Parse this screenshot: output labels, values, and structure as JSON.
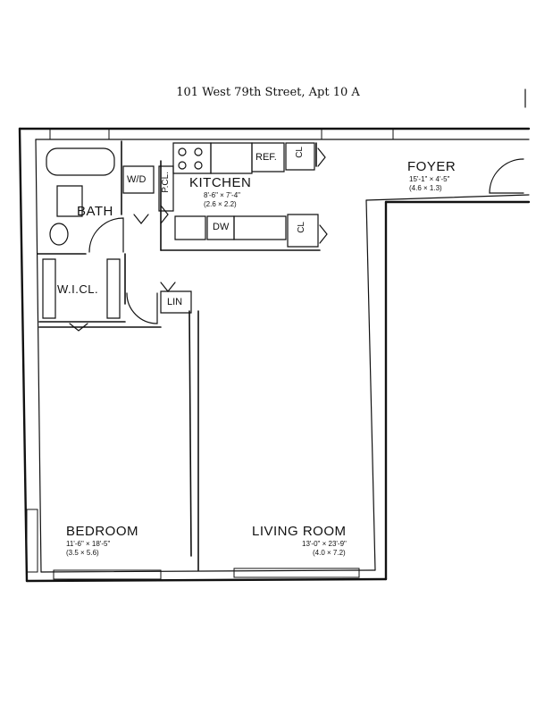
{
  "title": "101 West 79th Street, Apt 10 A",
  "rooms": {
    "foyer": {
      "name": "FOYER",
      "dim_ft": "15'-1\" × 4'-5\"",
      "dim_m": "(4.6 × 1.3)"
    },
    "kitchen": {
      "name": "KITCHEN",
      "dim_ft": "8'-6\" × 7'-4\"",
      "dim_m": "(2.6 × 2.2)"
    },
    "bath": {
      "name": "BATH"
    },
    "wic": {
      "name": "W.I.CL."
    },
    "bedroom": {
      "name": "BEDROOM",
      "dim_ft": "11'-6\" × 18'-5\"",
      "dim_m": "(3.5 × 5.6)"
    },
    "living": {
      "name": "LIVING ROOM",
      "dim_ft": "13'-0\" × 23'-9\"",
      "dim_m": "(4.0 × 7.2)"
    }
  },
  "fixtures": {
    "ref": "REF.",
    "dw": "DW",
    "wd": "W/D",
    "pcl": "P.CL.",
    "cl_top": "CL",
    "cl_bottom": "CL",
    "lin": "LIN"
  },
  "colors": {
    "ink": "#111111",
    "paper": "#ffffff"
  }
}
